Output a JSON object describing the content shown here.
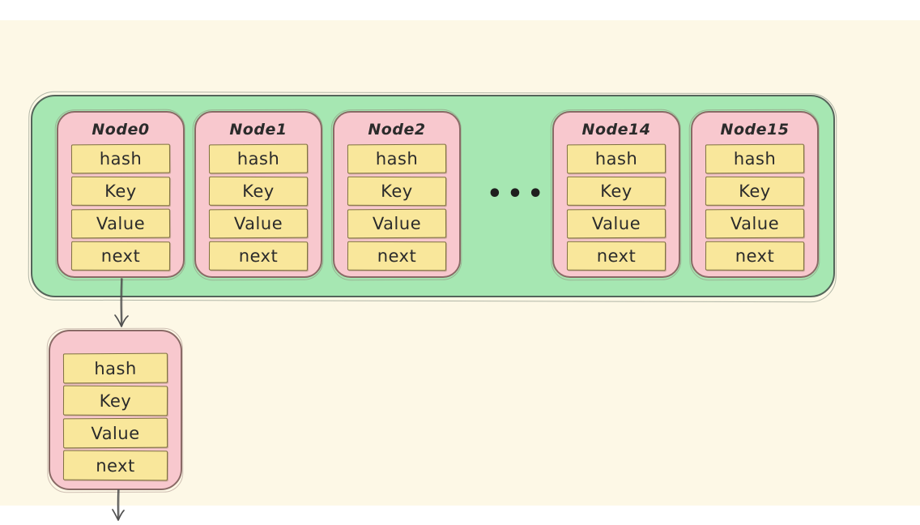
{
  "colors": {
    "page-bg": "#ffffff",
    "canvas-bg": "#fdf8e6",
    "bucket-fill": "#a6e7b2",
    "bucket-stroke": "#54655a",
    "node-fill": "#f8c8ce",
    "node-stroke": "#8a6a66",
    "field-fill": "#f9e79b",
    "field-stroke": "#7f7140",
    "text": "#2b2b2b",
    "arrow": "#4f4f4f"
  },
  "bucket": {
    "ellipsis": "•••",
    "nodes": [
      {
        "title": "Node0",
        "fields": [
          "hash",
          "Key",
          "Value",
          "next"
        ]
      },
      {
        "title": "Node1",
        "fields": [
          "hash",
          "Key",
          "Value",
          "next"
        ]
      },
      {
        "title": "Node2",
        "fields": [
          "hash",
          "Key",
          "Value",
          "next"
        ]
      },
      {
        "title": "Node14",
        "fields": [
          "hash",
          "Key",
          "Value",
          "next"
        ]
      },
      {
        "title": "Node15",
        "fields": [
          "hash",
          "Key",
          "Value",
          "next"
        ]
      }
    ]
  },
  "chained_node": {
    "fields": [
      "hash",
      "Key",
      "Value",
      "next"
    ]
  }
}
